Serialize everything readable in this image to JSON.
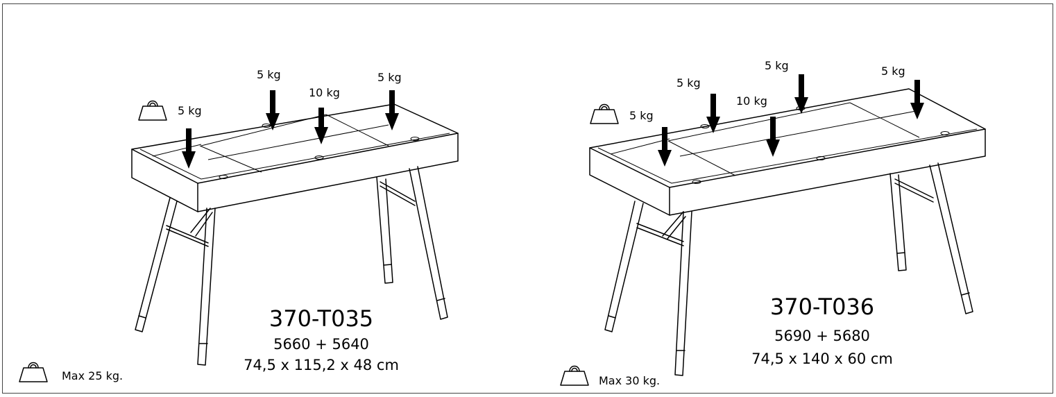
{
  "left_table": {
    "model": "370-T035",
    "codes": "5660 + 5640",
    "dimensions": "74,5 x 115,2 x 48 cm",
    "max_load": "Max 25 kg.",
    "loads": [
      "5 kg",
      "5 kg",
      "10 kg",
      "5 kg"
    ]
  },
  "right_table": {
    "model": "370-T036",
    "codes": "5690 + 5680",
    "dimensions": "74,5 x 140 x 60 cm",
    "max_load": "Max 30 kg.",
    "loads": [
      "5 kg",
      "5 kg",
      "10 kg",
      "5 kg",
      "5 kg"
    ]
  },
  "icons": [
    "weight-icon",
    "arrow-down-icon"
  ]
}
